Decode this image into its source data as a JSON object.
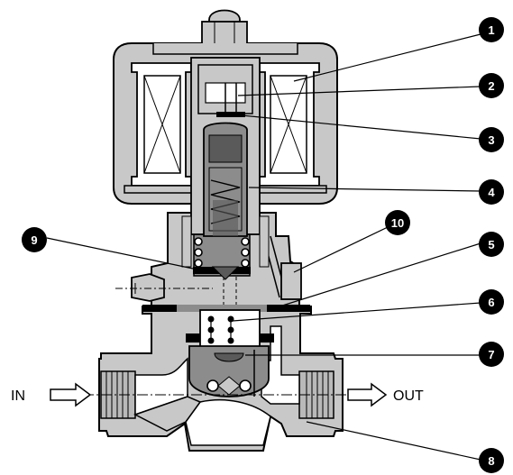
{
  "diagram": {
    "flow": {
      "inlet_label": "IN",
      "outlet_label": "OUT"
    },
    "callouts": [
      {
        "number": "1"
      },
      {
        "number": "2"
      },
      {
        "number": "3"
      },
      {
        "number": "4"
      },
      {
        "number": "5"
      },
      {
        "number": "6"
      },
      {
        "number": "7"
      },
      {
        "number": "8"
      },
      {
        "number": "9"
      },
      {
        "number": "10"
      }
    ],
    "colors": {
      "body_fill": "#c8c8c8",
      "cutaway_fill": "#8c8c8c",
      "dark_part": "#5a5a5a",
      "outline": "#000000",
      "callout_fill": "#000000"
    }
  }
}
